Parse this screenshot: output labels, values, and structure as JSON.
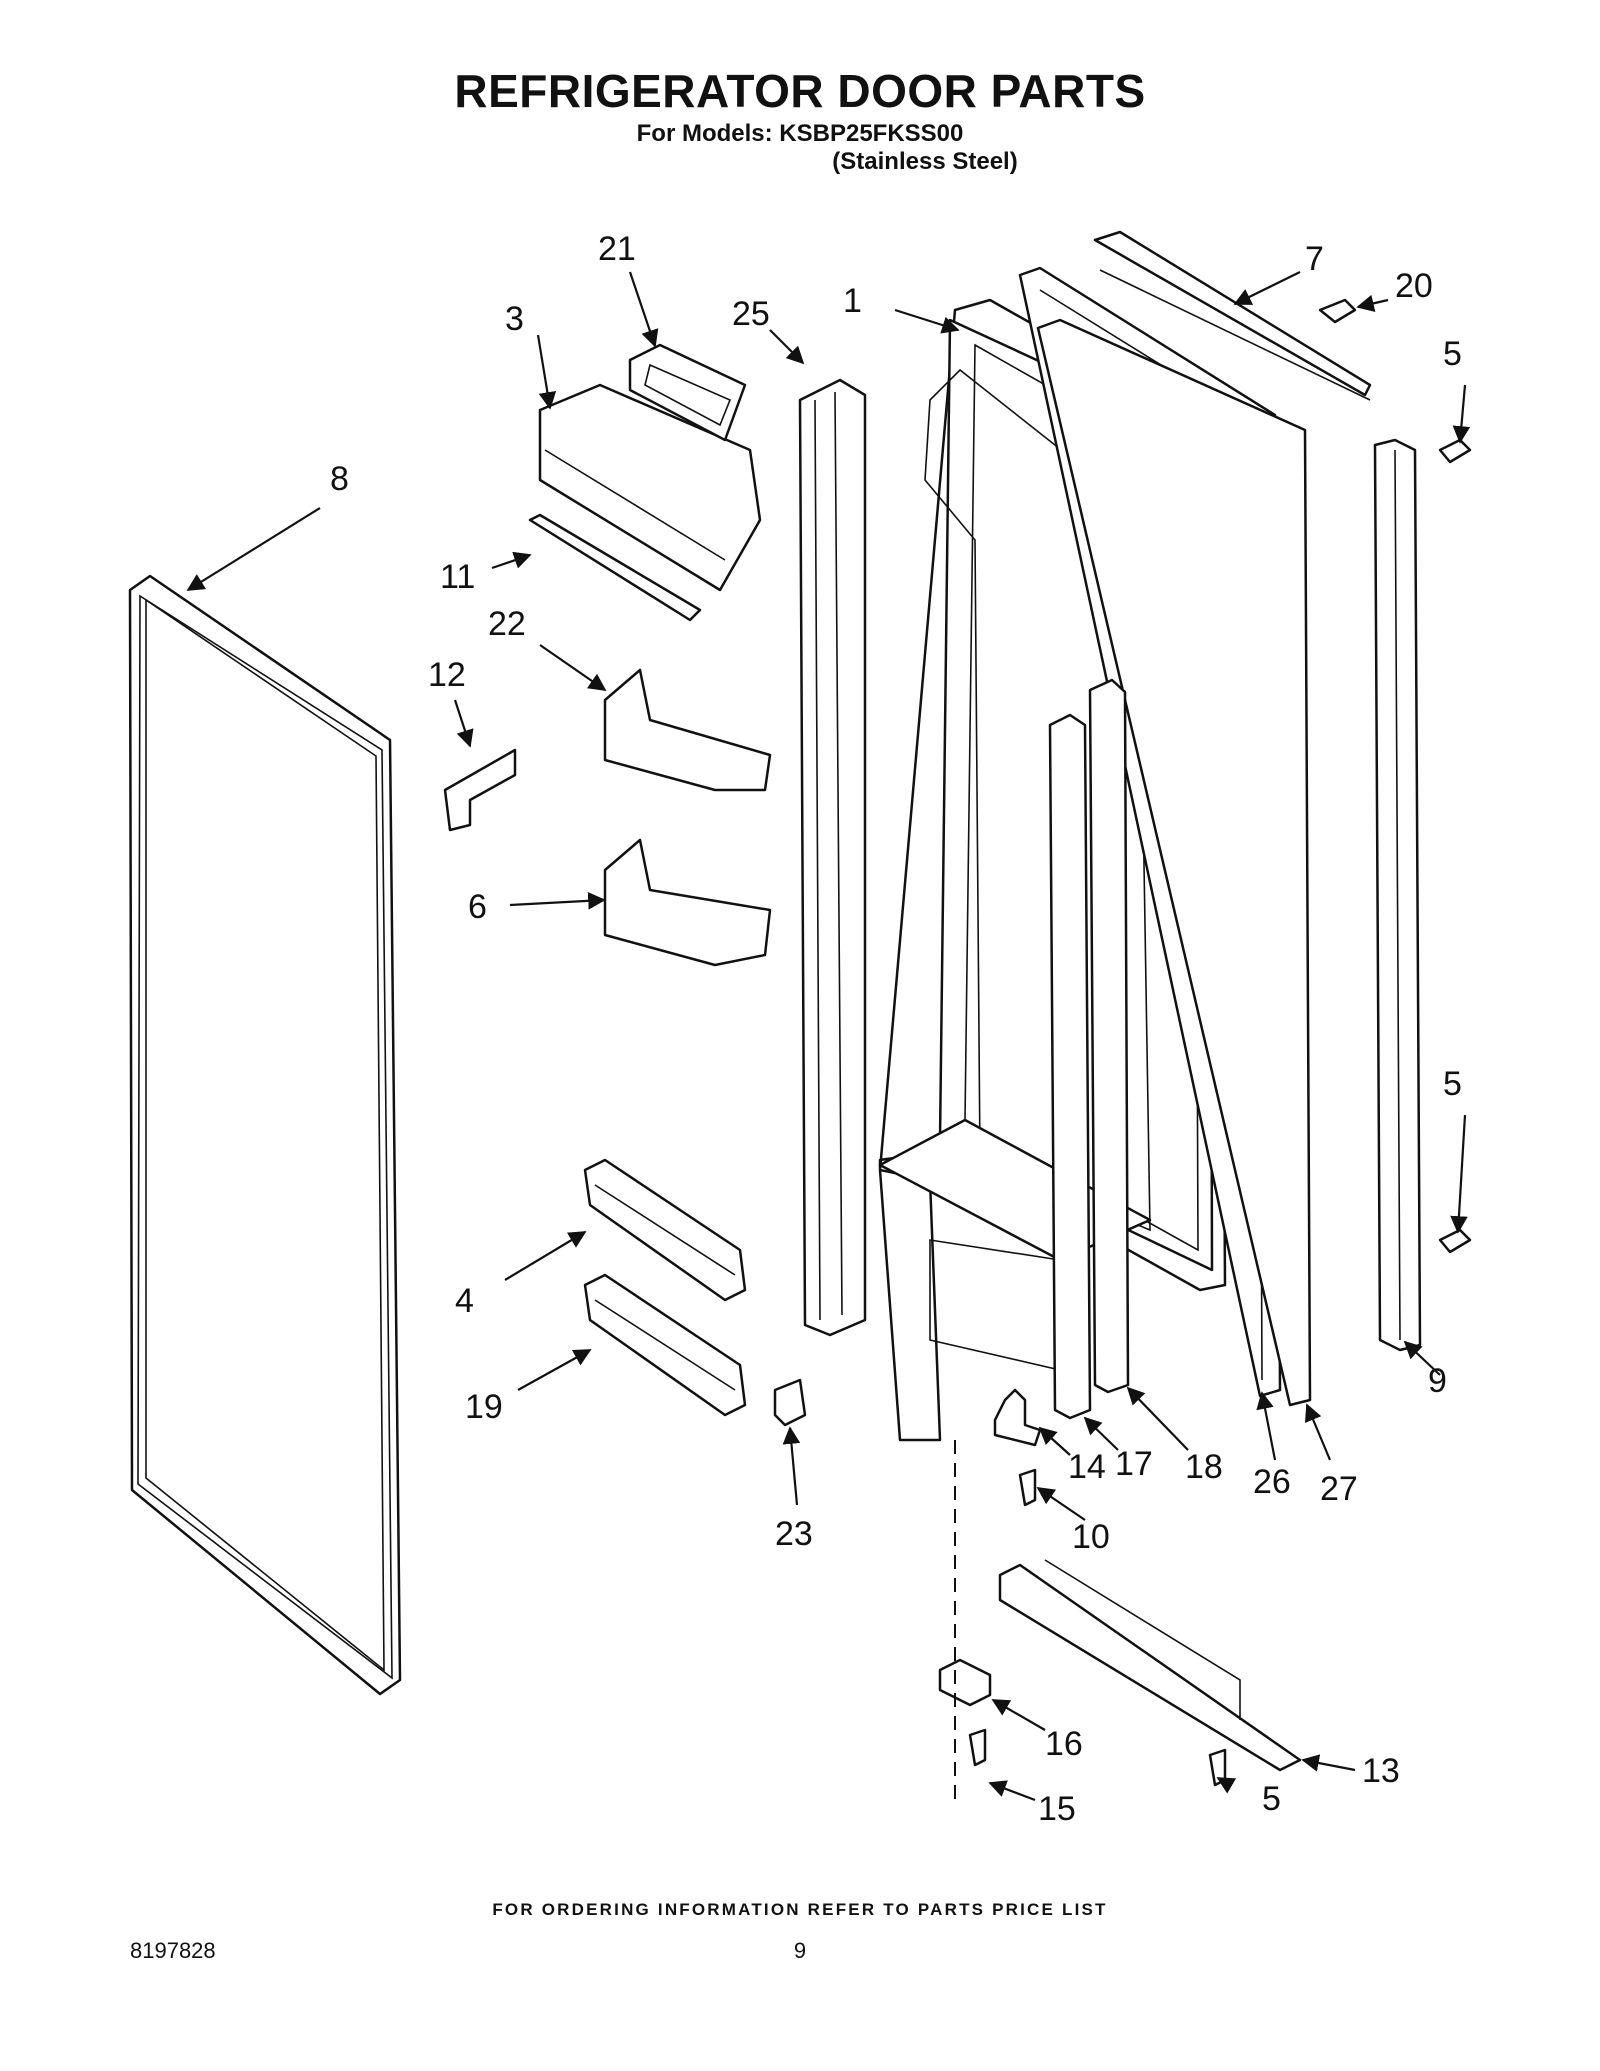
{
  "header": {
    "title": "REFRIGERATOR DOOR PARTS",
    "models_line1": "For Models: KSBP25FKSS00",
    "models_line2": "(Stainless Steel)"
  },
  "callouts": {
    "c1": "1",
    "c3": "3",
    "c4": "4",
    "c5a": "5",
    "c5b": "5",
    "c5c": "5",
    "c6": "6",
    "c7": "7",
    "c8": "8",
    "c9": "9",
    "c10": "10",
    "c11": "11",
    "c12": "12",
    "c13": "13",
    "c14": "14",
    "c15": "15",
    "c16": "16",
    "c17": "17",
    "c18": "18",
    "c19": "19",
    "c20": "20",
    "c21": "21",
    "c22": "22",
    "c23": "23",
    "c25": "25",
    "c26": "26",
    "c27": "27"
  },
  "footer": {
    "ordering_note": "FOR ORDERING INFORMATION REFER TO PARTS PRICE LIST",
    "document_number": "8197828",
    "page_number": "9"
  }
}
